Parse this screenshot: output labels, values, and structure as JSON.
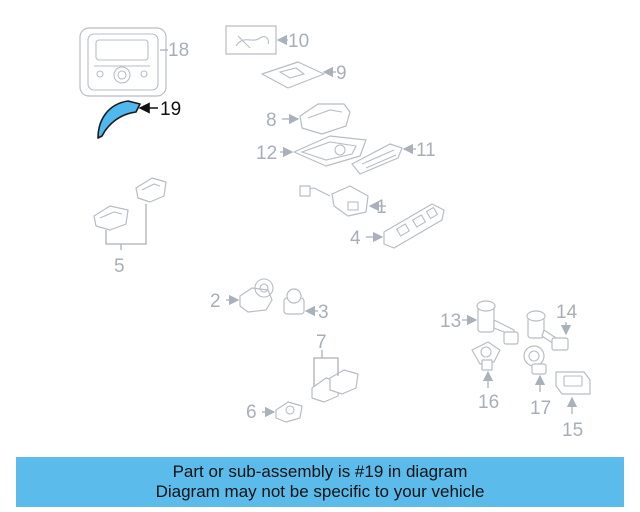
{
  "highlighted_part": "19",
  "callouts": {
    "c1": "1",
    "c2": "2",
    "c3": "3",
    "c4": "4",
    "c5": "5",
    "c6": "6",
    "c7": "7",
    "c8": "8",
    "c9": "9",
    "c10": "10",
    "c11": "11",
    "c12": "12",
    "c13": "13",
    "c14": "14",
    "c15": "15",
    "c16": "16",
    "c17": "17",
    "c18": "18",
    "c19": "19"
  },
  "colors": {
    "highlight_fill": "#4fb8ee",
    "banner_background": "#5bbcec",
    "part_line": "#b7bdc6",
    "callout_text": "#a8aeb8"
  },
  "banner": {
    "line1": "Part or sub-assembly is #19 in diagram",
    "line2": "Diagram may not be specific to your vehicle"
  }
}
